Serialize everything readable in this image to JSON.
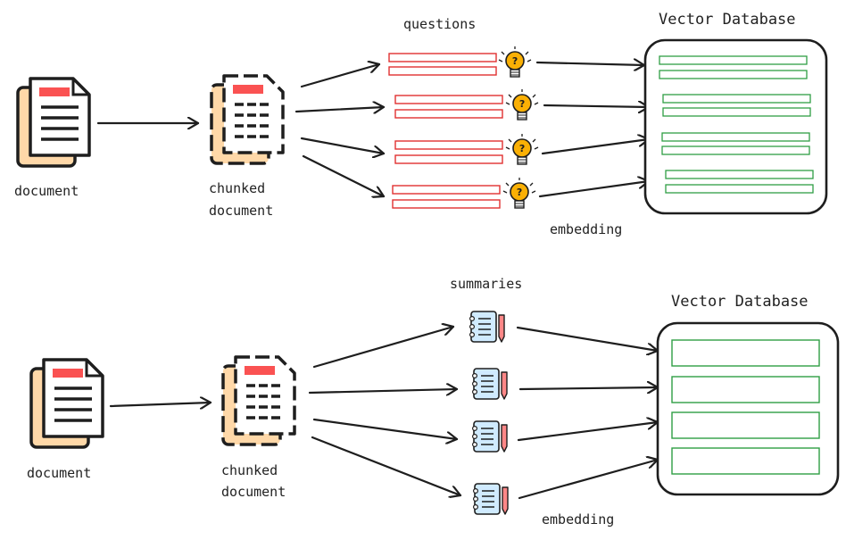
{
  "top": {
    "document_label": "document",
    "chunked_label_1": "chunked",
    "chunked_label_2": "document",
    "questions_label": "questions",
    "db_label": "Vector Database",
    "embedding_label": "embedding"
  },
  "bottom": {
    "document_label": "document",
    "chunked_label_1": "chunked",
    "chunked_label_2": "document",
    "summaries_label": "summaries",
    "db_label": "Vector Database",
    "embedding_label": "embedding"
  },
  "colors": {
    "question_box": "#e03131",
    "db_entry": "#2f9e44",
    "doc_back": "#ffd8a8",
    "doc_header": "#fa5252",
    "bulb": "#fab005",
    "notebook": "#d0ebff"
  }
}
